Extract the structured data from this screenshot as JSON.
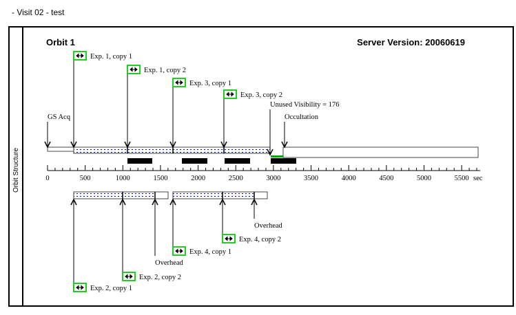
{
  "page_title": "- Visit 02 - test",
  "side_label": "Orbit Structure",
  "orbit_title": "Orbit 1",
  "server_version": "Server Version: 20060619",
  "axis": {
    "ticks": [
      "0",
      "500",
      "1000",
      "1500",
      "2000",
      "2500",
      "3000",
      "3500",
      "4000",
      "4500",
      "5000",
      "5500"
    ],
    "unit": "sec"
  },
  "top_markers": [
    {
      "label": "Exp. 1, copy 1",
      "icon": "exposure-icon"
    },
    {
      "label": "Exp. 1, copy 2",
      "icon": "exposure-icon"
    },
    {
      "label": "Exp. 3, copy 1",
      "icon": "exposure-icon"
    },
    {
      "label": "Exp. 3, copy 2",
      "icon": "exposure-icon"
    },
    {
      "label": "Unused Visibility = 176"
    },
    {
      "label": "Occultation"
    },
    {
      "label": "GS Acq"
    }
  ],
  "bottom_markers": [
    {
      "label": "Exp. 2, copy 1",
      "icon": "exposure-icon"
    },
    {
      "label": "Exp. 2, copy 2",
      "icon": "exposure-icon"
    },
    {
      "label": "Overhead"
    },
    {
      "label": "Exp. 4, copy 1",
      "icon": "exposure-icon"
    },
    {
      "label": "Exp. 4, copy 2",
      "icon": "exposure-icon"
    },
    {
      "label": "Overhead"
    }
  ],
  "colors": {
    "exposure_fill": "#0000cc",
    "unused": "#00aa00",
    "icon_border": "#22cc22"
  }
}
